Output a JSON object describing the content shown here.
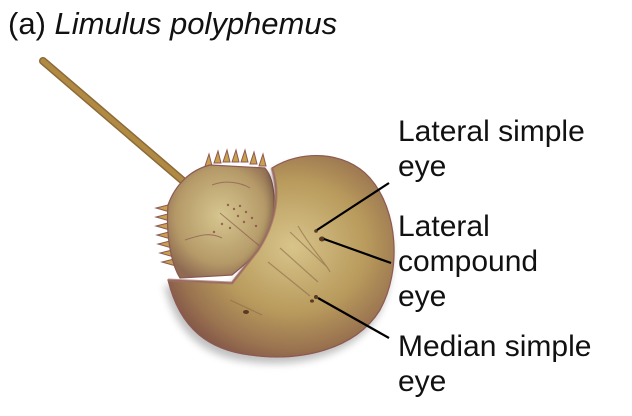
{
  "figure": {
    "panel_letter": "(a)",
    "species_name": "Limulus polyphemus"
  },
  "labels": [
    {
      "id": "lateral-simple-eye",
      "lines": [
        "Lateral simple",
        "eye"
      ]
    },
    {
      "id": "lateral-compound-eye",
      "lines": [
        "Lateral",
        "compound",
        "eye"
      ]
    },
    {
      "id": "median-simple-eye",
      "lines": [
        "Median simple",
        "eye"
      ]
    }
  ],
  "colors": {
    "shell_light": "#c9b274",
    "shell_mid": "#a88a55",
    "shell_dark": "#8a5e4a",
    "tail": "#a9833c",
    "outline": "#8c5a52",
    "leader_line": "#000000"
  }
}
